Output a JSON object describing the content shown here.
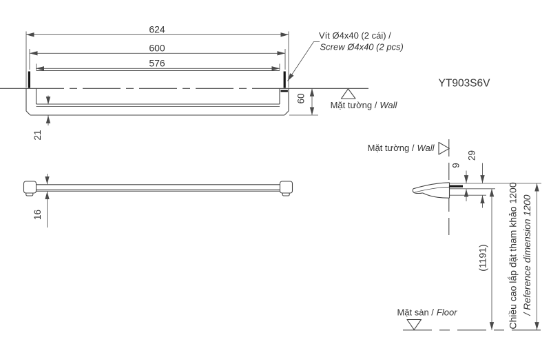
{
  "model": "YT903S6V",
  "front_view": {
    "dim_overall": "624",
    "dim_screw_pitch": "600",
    "dim_inner": "576",
    "dim_wall_offset": "60",
    "dim_bottom_gap": "21",
    "screw_note_vi": "Vít Ø4x40 (2 cái) /",
    "screw_note_en": "Screw Ø4x40 (2 pcs)"
  },
  "top_view": {
    "dim_bar_width": "16"
  },
  "side_view": {
    "dim_top_offset": "9",
    "dim_depth": "29",
    "dim_floor_to_bar": "(1191)",
    "height_note_vi": "Chiều cao lắp đặt tham khảo 1200",
    "height_note_en": "/ Reference dimension 1200"
  },
  "labels": {
    "wall_vi": "Mặt tường /",
    "wall_en": "Wall",
    "floor_vi": "Mặt sàn /",
    "floor_en": "Floor"
  },
  "colors": {
    "line": "#454545",
    "text": "#333333",
    "background": "#ffffff"
  }
}
